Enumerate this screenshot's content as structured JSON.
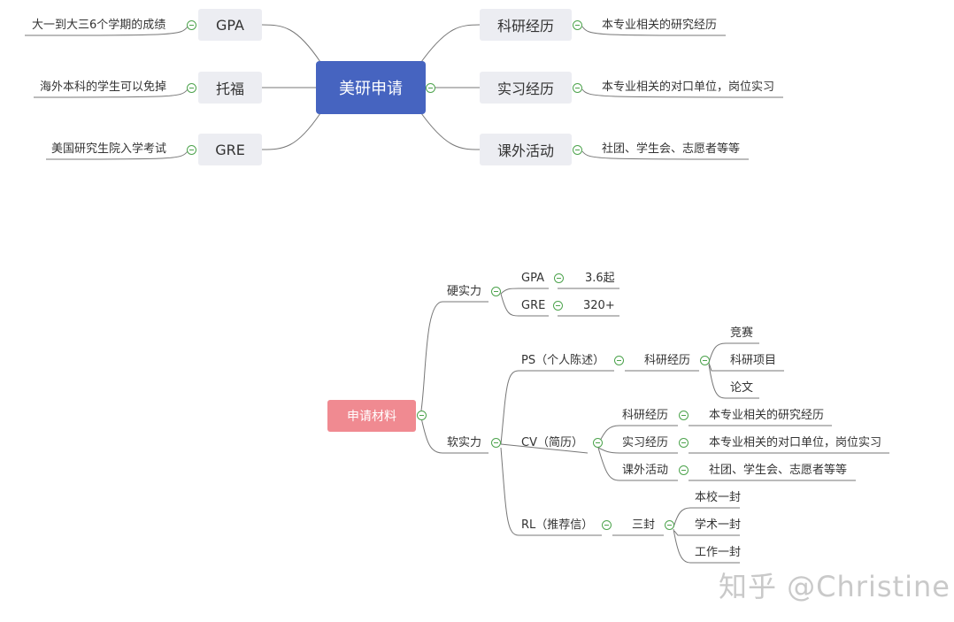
{
  "top_map": {
    "root": "美研申请",
    "left": [
      {
        "label": "GPA",
        "note": "大一到大三6个学期的成绩"
      },
      {
        "label": "托福",
        "note": "海外本科的学生可以免掉"
      },
      {
        "label": "GRE",
        "note": "美国研究生院入学考试"
      }
    ],
    "right": [
      {
        "label": "科研经历",
        "note": "本专业相关的研究经历"
      },
      {
        "label": "实习经历",
        "note": "本专业相关的对口单位，岗位实习"
      },
      {
        "label": "课外活动",
        "note": "社团、学生会、志愿者等等"
      }
    ]
  },
  "bottom_map": {
    "root": "申请材料",
    "hard": {
      "label": "硬实力",
      "items": [
        {
          "label": "GPA",
          "value": "3.6起"
        },
        {
          "label": "GRE",
          "value": "320+"
        }
      ]
    },
    "soft": {
      "label": "软实力",
      "ps": {
        "label": "PS（个人陈述）",
        "child": "科研经历",
        "items": [
          "竞赛",
          "科研项目",
          "论文"
        ]
      },
      "cv": {
        "label": "CV（简历）",
        "items": [
          {
            "label": "科研经历",
            "note": "本专业相关的研究经历"
          },
          {
            "label": "实习经历",
            "note": "本专业相关的对口单位，岗位实习"
          },
          {
            "label": "课外活动",
            "note": "社团、学生会、志愿者等等"
          }
        ]
      },
      "rl": {
        "label": "RL（推荐信）",
        "child": "三封",
        "items": [
          "本校一封",
          "学术一封",
          "工作一封"
        ]
      }
    }
  },
  "watermark": "知乎 @Christine",
  "colors": {
    "top_root": "#4664c0",
    "top_branch": "#ecedf2",
    "bottom_root": "#f08a91",
    "toggle": "#4ca34c",
    "line": "#777777"
  }
}
